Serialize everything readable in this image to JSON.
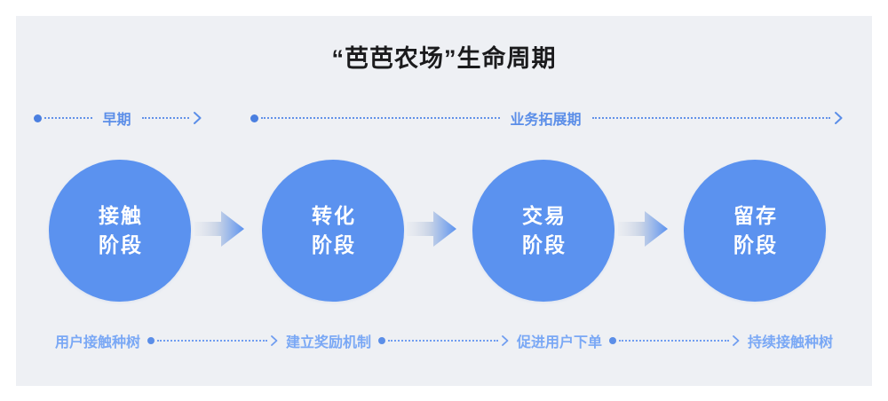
{
  "page": {
    "title": "“芭芭农场”生命周期",
    "background_color": "#ffffff",
    "panel_color": "#eef0f4",
    "accent_color": "#5b92ef",
    "phase_label_color": "#5b8ee8",
    "step_label_color": "#7aa8f5",
    "node_text_color": "#ffffff"
  },
  "phases": [
    {
      "label": "早期",
      "dot_icon": "dot-icon",
      "arrow_icon": "chevron-right-icon"
    },
    {
      "label": "业务拓展期",
      "dot_icon": "dot-icon",
      "arrow_icon": "chevron-right-icon"
    }
  ],
  "stages": [
    {
      "line1": "接触",
      "line2": "阶段"
    },
    {
      "line1": "转化",
      "line2": "阶段"
    },
    {
      "line1": "交易",
      "line2": "阶段"
    },
    {
      "line1": "留存",
      "line2": "阶段"
    }
  ],
  "connectors": [
    {
      "icon": "fat-arrow-right-icon"
    },
    {
      "icon": "fat-arrow-right-icon"
    },
    {
      "icon": "fat-arrow-right-icon"
    }
  ],
  "steps": [
    {
      "label": "用户接触种树"
    },
    {
      "label": "建立奖励机制"
    },
    {
      "label": "促进用户下单"
    },
    {
      "label": "持续接触种树"
    }
  ],
  "step_links": [
    {
      "dot_icon": "dot-icon",
      "arrow_icon": "chevron-right-icon"
    },
    {
      "dot_icon": "dot-icon",
      "arrow_icon": "chevron-right-icon"
    },
    {
      "dot_icon": "dot-icon",
      "arrow_icon": "chevron-right-icon"
    }
  ]
}
